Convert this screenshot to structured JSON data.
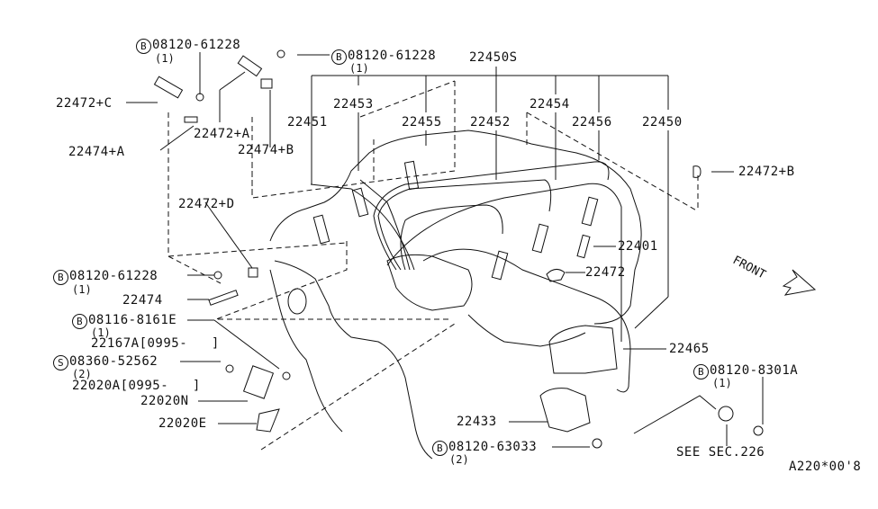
{
  "diagram": {
    "title": "Ignition system parts diagram",
    "code": "A220*00'8",
    "front_label": "FRONT",
    "labels": {
      "b_61228_top": {
        "prefix": "B",
        "part": "08120-61228",
        "qty": "(1)"
      },
      "b_61228_mid": {
        "prefix": "B",
        "part": "08120-61228",
        "qty": "(1)"
      },
      "b_61228_left": {
        "prefix": "B",
        "part": "08120-61228",
        "qty": "(1)"
      },
      "p22472c": "22472+C",
      "p22474a": "22474+A",
      "p22472a": "22472+A",
      "p22474b": "22474+B",
      "p22450s": "22450S",
      "p22453": "22453",
      "p22451": "22451",
      "p22455": "22455",
      "p22452": "22452",
      "p22454": "22454",
      "p22456": "22456",
      "p22450": "22450",
      "p22472b": "22472+B",
      "p22472d": "22472+D",
      "p22401": "22401",
      "p22472": "22472",
      "p22474": "22474",
      "b_8161e": {
        "prefix": "B",
        "part": "08116-8161E",
        "qty": "(1)"
      },
      "p22167a": "22167A[0995-   ]",
      "s_52562": {
        "prefix": "S",
        "part": "08360-52562",
        "qty": "(2)"
      },
      "p22020a": "22020A[0995-   ]",
      "p22020n": "22020N",
      "p22020e": "22020E",
      "p22465": "22465",
      "b_8301a": {
        "prefix": "B",
        "part": "08120-8301A",
        "qty": "(1)"
      },
      "p22433": "22433",
      "b_63033": {
        "prefix": "B",
        "part": "08120-63033",
        "qty": "(2)"
      },
      "see_sec": "SEE SEC.226"
    }
  }
}
